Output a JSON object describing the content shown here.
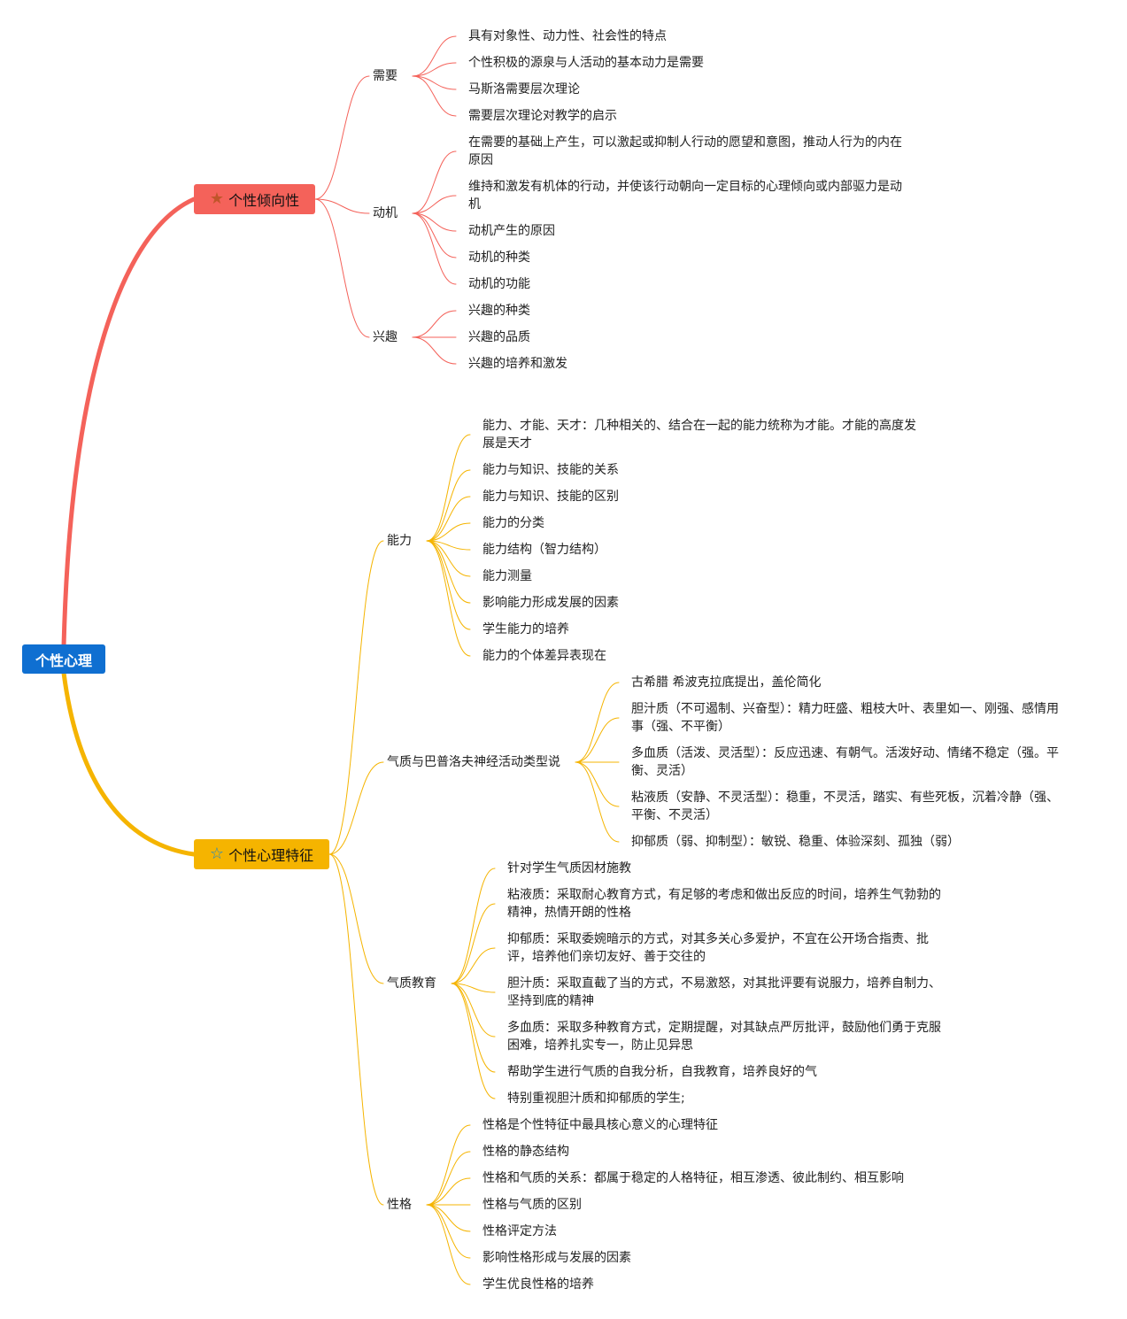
{
  "root": "个性心理",
  "colors": {
    "root": "#0f6fd1",
    "branch1": "#f4625a",
    "branch2": "#f5b400"
  },
  "branch1": {
    "label": "个性倾向性",
    "icon": "filled-star-icon",
    "children": [
      {
        "label": "需要",
        "items": [
          "具有对象性、动力性、社会性的特点",
          "个性积极的源泉与人活动的基本动力是需要",
          "马斯洛需要层次理论",
          "需要层次理论对教学的启示"
        ]
      },
      {
        "label": "动机",
        "items": [
          "在需要的基础上产生，可以激起或抑制人行动的愿望和意图，推动人行为的内在原因",
          "维持和激发有机体的行动，并使该行动朝向一定目标的心理倾向或内部驱力是动机",
          "动机产生的原因",
          "动机的种类",
          "动机的功能"
        ]
      },
      {
        "label": "兴趣",
        "items": [
          "兴趣的种类",
          "兴趣的品质",
          "兴趣的培养和激发"
        ]
      }
    ]
  },
  "branch2": {
    "label": "个性心理特征",
    "icon": "outline-star-icon",
    "children": [
      {
        "label": "能力",
        "items": [
          "能力、才能、天才：几种相关的、结合在一起的能力统称为才能。才能的高度发展是天才",
          "能力与知识、技能的关系",
          "能力与知识、技能的区别",
          "能力的分类",
          "能力结构（智力结构）",
          "能力测量",
          "影响能力形成发展的因素",
          "学生能力的培养",
          "能力的个体差异表现在"
        ]
      },
      {
        "label": "气质与巴普洛夫神经活动类型说",
        "items": [
          "古希腊 希波克拉底提出，盖伦简化",
          "胆汁质（不可遏制、兴奋型）：精力旺盛、粗枝大叶、表里如一、刚强、感情用事（强、不平衡）",
          "多血质（活泼、灵活型）：反应迅速、有朝气。活泼好动、情绪不稳定（强。平衡、灵活）",
          "粘液质（安静、不灵活型）：稳重，不灵活，踏实、有些死板，沉着冷静（强、平衡、不灵活）",
          "抑郁质（弱、抑制型）：敏锐、稳重、体验深刻、孤独（弱）"
        ]
      },
      {
        "label": "气质教育",
        "items": [
          "针对学生气质因材施教",
          "粘液质：采取耐心教育方式，有足够的考虑和做出反应的时间，培养生气勃勃的精神，热情开朗的性格",
          "抑郁质：采取委婉暗示的方式，对其多关心多爱护，不宜在公开场合指责、批评，培养他们亲切友好、善于交往的",
          "胆汁质：采取直截了当的方式，不易激怒，对其批评要有说服力，培养自制力、坚持到底的精神",
          "多血质：采取多种教育方式，定期提醒，对其缺点严厉批评，鼓励他们勇于克服困难，培养扎实专一，防止见异思",
          "帮助学生进行气质的自我分析，自我教育，培养良好的气",
          "特别重视胆汁质和抑郁质的学生;"
        ]
      },
      {
        "label": "性格",
        "items": [
          "性格是个性特征中最具核心意义的心理特征",
          "性格的静态结构",
          "性格和气质的关系：都属于稳定的人格特征，相互渗透、彼此制约、相互影响",
          "性格与气质的区别",
          "性格评定方法",
          "影响性格形成与发展的因素",
          "学生优良性格的培养"
        ]
      }
    ]
  }
}
